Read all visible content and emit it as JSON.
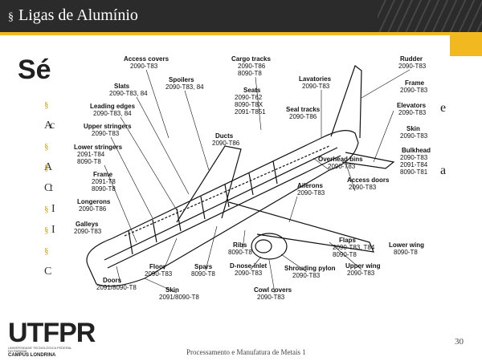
{
  "header": {
    "bullet": "§",
    "title": "Ligas de Alumínio"
  },
  "slide": {
    "title_visible": "Sé",
    "left_fragments": [
      "§",
      "A",
      "c",
      "§",
      "A",
      "§",
      "C",
      "t",
      "§",
      "I",
      "§",
      "I",
      "§",
      "C"
    ],
    "right_fragments": [
      "e",
      "a"
    ]
  },
  "diagram": {
    "labels": [
      {
        "id": "access-covers",
        "name": "Access covers",
        "alloy": "2090-T83"
      },
      {
        "id": "cargo-tracks",
        "name": "Cargo tracks",
        "alloy": "2090-T86",
        "alloy2": "8090-T8"
      },
      {
        "id": "rudder",
        "name": "Rudder",
        "alloy": "2090-T83"
      },
      {
        "id": "spoilers",
        "name": "Spoilers",
        "alloy": "2090-T83, 84"
      },
      {
        "id": "slats",
        "name": "Slats",
        "alloy": "2090-T83, 84"
      },
      {
        "id": "lavatories",
        "name": "Lavatories",
        "alloy": "2090-T83"
      },
      {
        "id": "seats",
        "name": "Seats",
        "alloy": "2090-T62",
        "alloy2": "8090-T8X",
        "alloy3": "2091-T851"
      },
      {
        "id": "frame-right",
        "name": "Frame",
        "alloy": "2090-T83"
      },
      {
        "id": "leading-edges",
        "name": "Leading edges",
        "alloy": "2090-T83, 84"
      },
      {
        "id": "seal-tracks",
        "name": "Seal tracks",
        "alloy": "2090-T86"
      },
      {
        "id": "elevators",
        "name": "Elevators",
        "alloy": "2090-T83"
      },
      {
        "id": "upper-stringers",
        "name": "Upper stringers",
        "alloy": "2090-T83"
      },
      {
        "id": "skin-right",
        "name": "Skin",
        "alloy": "2090-T83"
      },
      {
        "id": "ducts",
        "name": "Ducts",
        "alloy": "2090-T86"
      },
      {
        "id": "lower-stringers",
        "name": "Lower stringers",
        "alloy": "2091-T84",
        "alloy2": "8090-T8"
      },
      {
        "id": "bulkhead",
        "name": "Bulkhead",
        "alloy": "2090-T83",
        "alloy2": "2091-T84",
        "alloy3": "8090-T81"
      },
      {
        "id": "overhead-bins",
        "name": "Overhead bins",
        "alloy": "2090-T83"
      },
      {
        "id": "frame-left",
        "name": "Frame",
        "alloy": "2091-T8",
        "alloy2": "8090-T8"
      },
      {
        "id": "access-doors",
        "name": "Access doors",
        "alloy": "2090-T83"
      },
      {
        "id": "ailerons",
        "name": "Ailerons",
        "alloy": "2090-T83"
      },
      {
        "id": "longerons",
        "name": "Longerons",
        "alloy": "2090-T86"
      },
      {
        "id": "galleys",
        "name": "Galleys",
        "alloy": "2090-T83"
      },
      {
        "id": "flaps",
        "name": "Flaps",
        "alloy": "2090-T83, T84",
        "alloy2": "8090-T8"
      },
      {
        "id": "lower-wing",
        "name": "Lower wing",
        "alloy": "8090-T8"
      },
      {
        "id": "ribs",
        "name": "Ribs",
        "alloy": "8090-T8"
      },
      {
        "id": "floor",
        "name": "Floor",
        "alloy": "2090-T83"
      },
      {
        "id": "spars",
        "name": "Spars",
        "alloy": "8090-T8"
      },
      {
        "id": "d-nose-inlet",
        "name": "D-nose-inlet",
        "alloy": "2090-T83"
      },
      {
        "id": "shrouding-pylon",
        "name": "Shrouding pylon",
        "alloy": "2090-T83"
      },
      {
        "id": "upper-wing",
        "name": "Upper wing",
        "alloy": "2090-T83"
      },
      {
        "id": "doors",
        "name": "Doors",
        "alloy": "2091/8090-T8"
      },
      {
        "id": "skin-bottom",
        "name": "Skin",
        "alloy": "2091/8090-T8"
      },
      {
        "id": "cowl-covers",
        "name": "Cowl covers",
        "alloy": "2090-T83"
      }
    ]
  },
  "logo": {
    "main": "UTFPR",
    "tiny": "UNIVERSIDADE TECNOLÓGICA FEDERAL DO PARANÁ",
    "campus": "CAMPUS LONDRINA"
  },
  "footer": {
    "text": "Processamento e Manufatura de Metais 1",
    "page": "30"
  },
  "colors": {
    "header_bg": "#2b2b2b",
    "accent": "#f1b81f"
  }
}
